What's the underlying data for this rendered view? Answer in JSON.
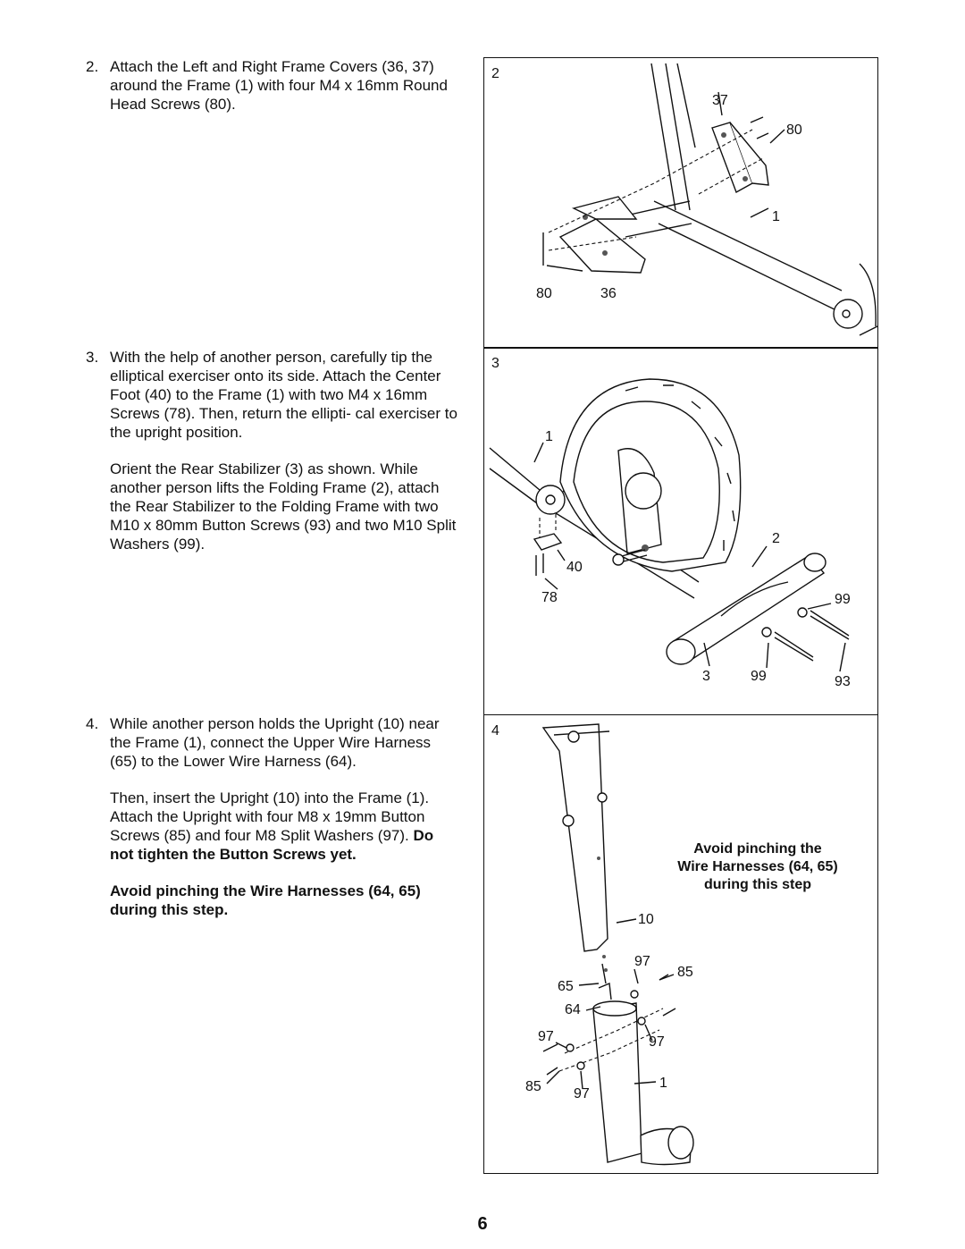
{
  "steps": [
    {
      "number": "2.",
      "paragraphs": [
        "Attach the Left and Right Frame Covers (36, 37) around the Frame (1) with four M4 x 16mm Round Head Screws (80)."
      ]
    },
    {
      "number": "3.",
      "paragraphs": [
        "With the help of another person, carefully tip the elliptical exerciser onto its side. Attach the Center Foot (40) to the Frame (1) with two M4 x 16mm Screws (78). Then, return the ellipti- cal exerciser to the upright position.",
        "Orient the Rear Stabilizer (3) as shown. While another person lifts the Folding Frame (2), attach the Rear Stabilizer to the Folding Frame with two M10 x 80mm Button Screws (93) and two M10 Split Washers (99)."
      ]
    },
    {
      "number": "4.",
      "paragraph1": "While another person holds the Upright (10) near the Frame (1), connect the Upper Wire Harness (65) to the Lower Wire Harness (64).",
      "paragraph2_plain": "Then, insert the Upright (10) into the Frame (1). Attach the Upright with four M8 x 19mm Button Screws (85) and four M8 Split Washers (97). ",
      "paragraph2_bold": "Do not tighten the Button Screws yet.",
      "paragraph3_bold": "Avoid pinching the Wire Harnesses (64, 65) during this step."
    }
  ],
  "panels": [
    {
      "number": "2",
      "labels": [
        "37",
        "80",
        "1",
        "80",
        "36"
      ]
    },
    {
      "number": "3",
      "labels": [
        "1",
        "2",
        "40",
        "78",
        "99",
        "3",
        "99",
        "93"
      ]
    },
    {
      "number": "4",
      "note_lines": [
        "Avoid pinching the",
        "Wire Harnesses (64, 65)",
        "during this step"
      ],
      "labels": [
        "10",
        "97",
        "85",
        "65",
        "64",
        "97",
        "97",
        "85",
        "97",
        "1"
      ]
    }
  ],
  "page_number": "6"
}
